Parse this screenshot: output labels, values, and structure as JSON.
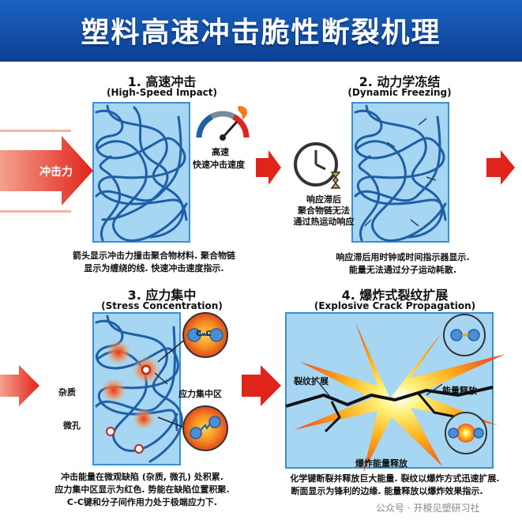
{
  "title": "塑料高速冲击脆性断裂机理",
  "panels": [
    {
      "title": "1. 高速冲击",
      "subtitle": "(High-Speed Impact)",
      "labels": {
        "force": "冲击力",
        "speed_l1": "高速",
        "speed_l2": "快速冲击速度"
      },
      "caption_l1": "箭头显示冲击力撞击聚合物材料. 聚合物链",
      "caption_l2": "显示为缠绕的线. 快速冲击速度指示."
    },
    {
      "title": "2. 动力学冻结",
      "subtitle": "(Dynamic Freezing)",
      "labels": {
        "lag_l1": "响应滞后",
        "lag_l2": "聚合物链无法",
        "lag_l3": "通过热运动响应"
      },
      "caption_l1": "响应滞后用时钟或时间指示器显示.",
      "caption_l2": "能量无法通过分子运动耗散."
    },
    {
      "title": "3. 应力集中",
      "subtitle": "(Stress Concentration)",
      "labels": {
        "impurity": "杂质",
        "stress_zone": "应力集中区",
        "micropore": "微孔",
        "cc": "C–C"
      },
      "caption_l1": "冲击能量在微观缺陷 (杂质, 微孔) 处积累.",
      "caption_l2": "应力集中区显示为红色. 势能在缺陷位置积聚.",
      "caption_l3": "C-C键和分子间作用力处于极端应力下."
    },
    {
      "title": "4. 爆炸式裂纹扩展",
      "subtitle": "(Explosive Crack Propagation)",
      "labels": {
        "crack": "裂纹扩展",
        "release": "能量释放",
        "explosive": "爆炸能量释放"
      },
      "caption_l1": "化学键断裂并释放巨大能量. 裂纹以爆炸方式迅速扩展.",
      "caption_l2": "断面显示为锋利的边缘. 能量释放以爆炸效果指示."
    }
  ],
  "watermark": "公众号 · 开模见塑研习社",
  "colors": {
    "banner": "#1556b5",
    "material": "#a6d6f2",
    "chain": "#1f5fa6",
    "arrow": "#e0241b",
    "stress": "#f06a2c"
  }
}
